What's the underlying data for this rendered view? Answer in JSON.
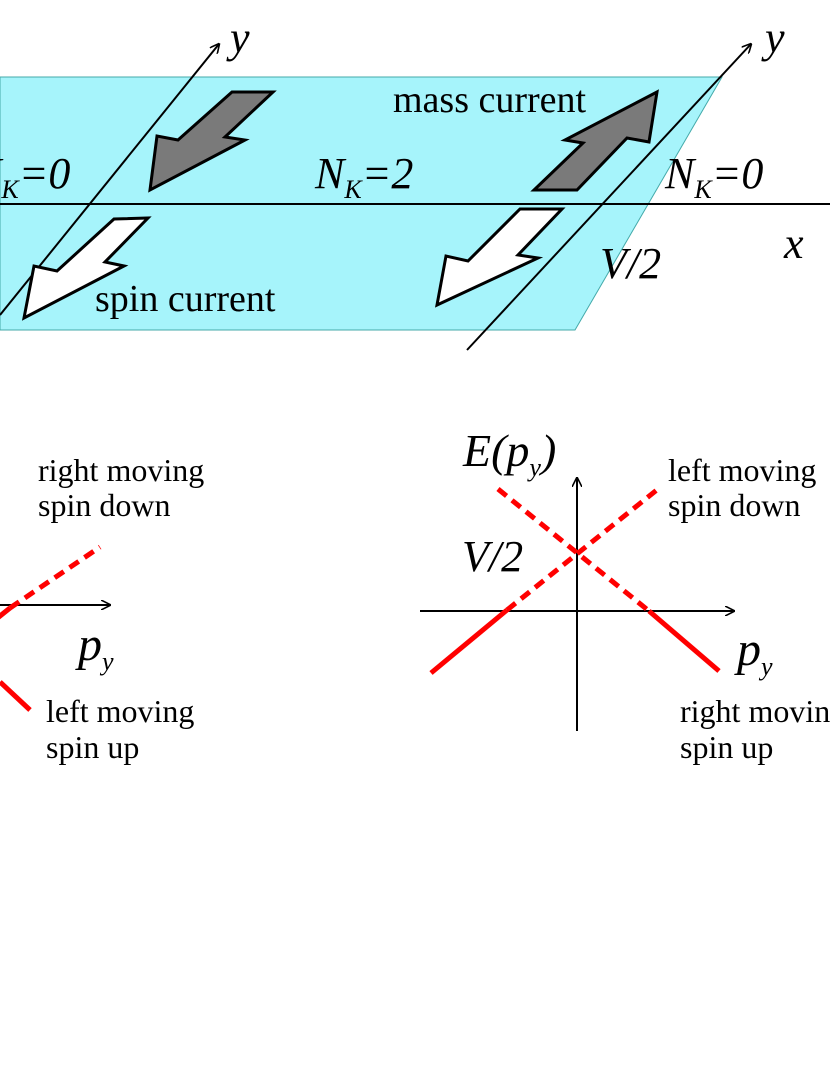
{
  "top_panel": {
    "axis_x": "x",
    "axis_y_left": "y",
    "axis_y_right": "y",
    "nk_left": {
      "base": "N",
      "sub": "K",
      "rest": "=0"
    },
    "nk_mid": {
      "base": "N",
      "sub": "K",
      "rest": "=2"
    },
    "nk_right": {
      "base": "N",
      "sub": "K",
      "rest": "=0"
    },
    "mass_current": "mass current",
    "spin_current": "spin current",
    "voltage": "V/2",
    "colors": {
      "strip_fill": "#a6f4fb",
      "mass_arrow_fill": "#7a7a7a",
      "spin_arrow_fill": "#ffffff",
      "outline": "#000000"
    },
    "icons": {
      "mass_arrow": "zigzag-arrow-icon",
      "spin_arrow": "zigzag-arrow-icon"
    }
  },
  "left_plot": {
    "axis_p": {
      "base": "p",
      "sub": "y"
    },
    "label_upper_line1": "right moving",
    "label_upper_line2": "spin down",
    "label_lower_line1": "left moving",
    "label_lower_line2": "spin up"
  },
  "right_plot": {
    "axis_e": {
      "base": "E(p",
      "sub": "y",
      "rest": ")"
    },
    "axis_p": {
      "base": "p",
      "sub": "y"
    },
    "voltage": "V/2",
    "label_upper_line1": "left moving",
    "label_upper_line2": "spin down",
    "label_lower_line1": "right moving",
    "label_lower_line2": "spin up"
  },
  "colors": {
    "dispersion": "#ff0000",
    "axes": "#000000"
  }
}
